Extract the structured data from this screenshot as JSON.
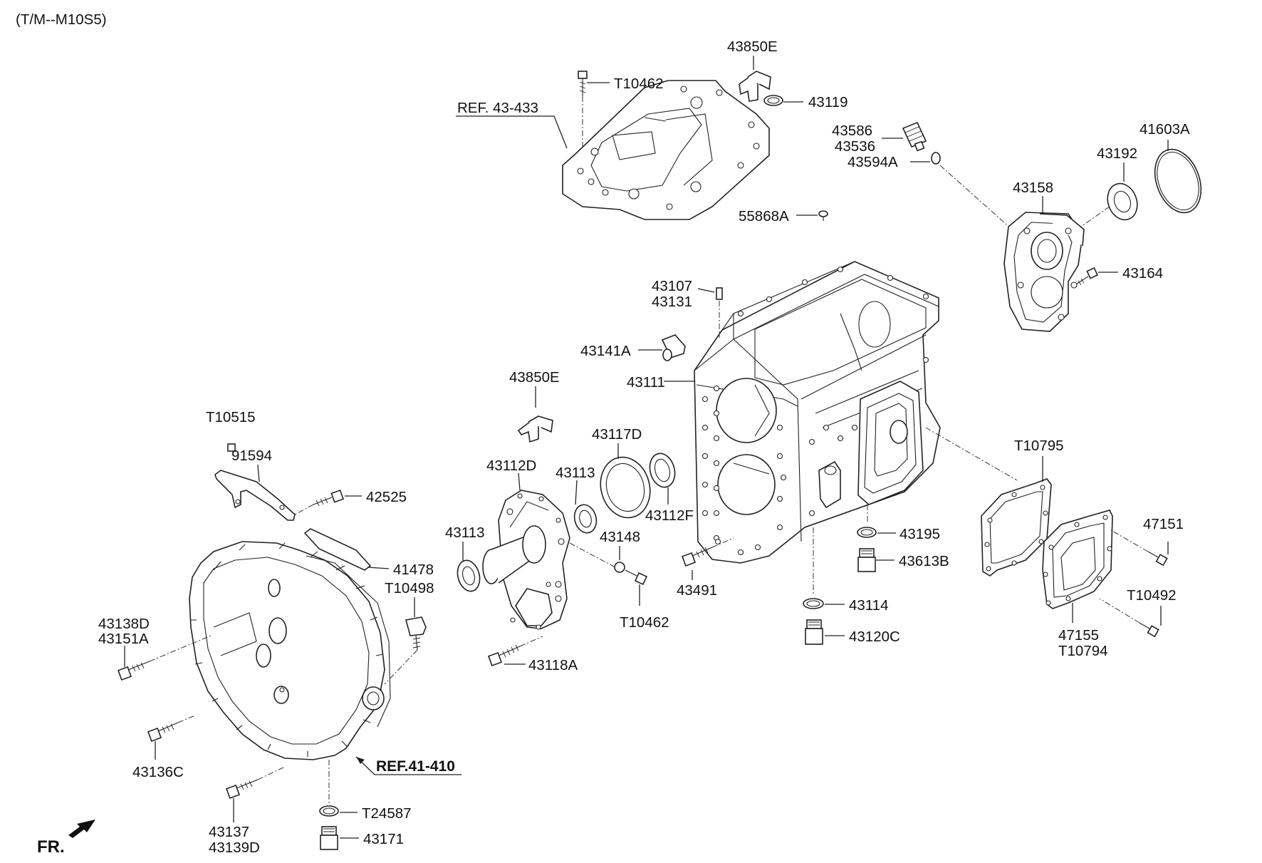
{
  "header": {
    "model_code": "(T/M--M10S5)"
  },
  "references": {
    "ref_43_433": "REF. 43-433",
    "ref_41_410": "REF.41-410"
  },
  "direction_marker": {
    "label": "FR."
  },
  "parts": {
    "p43850E_top": "43850E",
    "pT10462_top": "T10462",
    "p43119": "43119",
    "p43586": "43586",
    "p43536": "43536",
    "p43594A": "43594A",
    "p41603A": "41603A",
    "p43192": "43192",
    "p43158": "43158",
    "p55868A": "55868A",
    "p43164": "43164",
    "p43107": "43107",
    "p43131": "43131",
    "p43141A": "43141A",
    "p43111": "43111",
    "p43850E_mid": "43850E",
    "p43117D": "43117D",
    "p43112D": "43112D",
    "p43113_a": "43113",
    "p43113_b": "43113",
    "p43112F": "43112F",
    "p43148": "43148",
    "pT10462_mid": "T10462",
    "p43118A": "43118A",
    "p43491": "43491",
    "p43195": "43195",
    "p43613B": "43613B",
    "p43114": "43114",
    "p43120C": "43120C",
    "pT10795": "T10795",
    "p47151": "47151",
    "pT10492": "T10492",
    "p47155": "47155",
    "pT10794": "T10794",
    "pT10515": "T10515",
    "p91594": "91594",
    "p42525": "42525",
    "p41478": "41478",
    "pT10498": "T10498",
    "p43138D": "43138D",
    "p43151A": "43151A",
    "p43136C": "43136C",
    "p43137": "43137",
    "p43139D": "43139D",
    "pT24587": "T24587",
    "p43171": "43171"
  }
}
